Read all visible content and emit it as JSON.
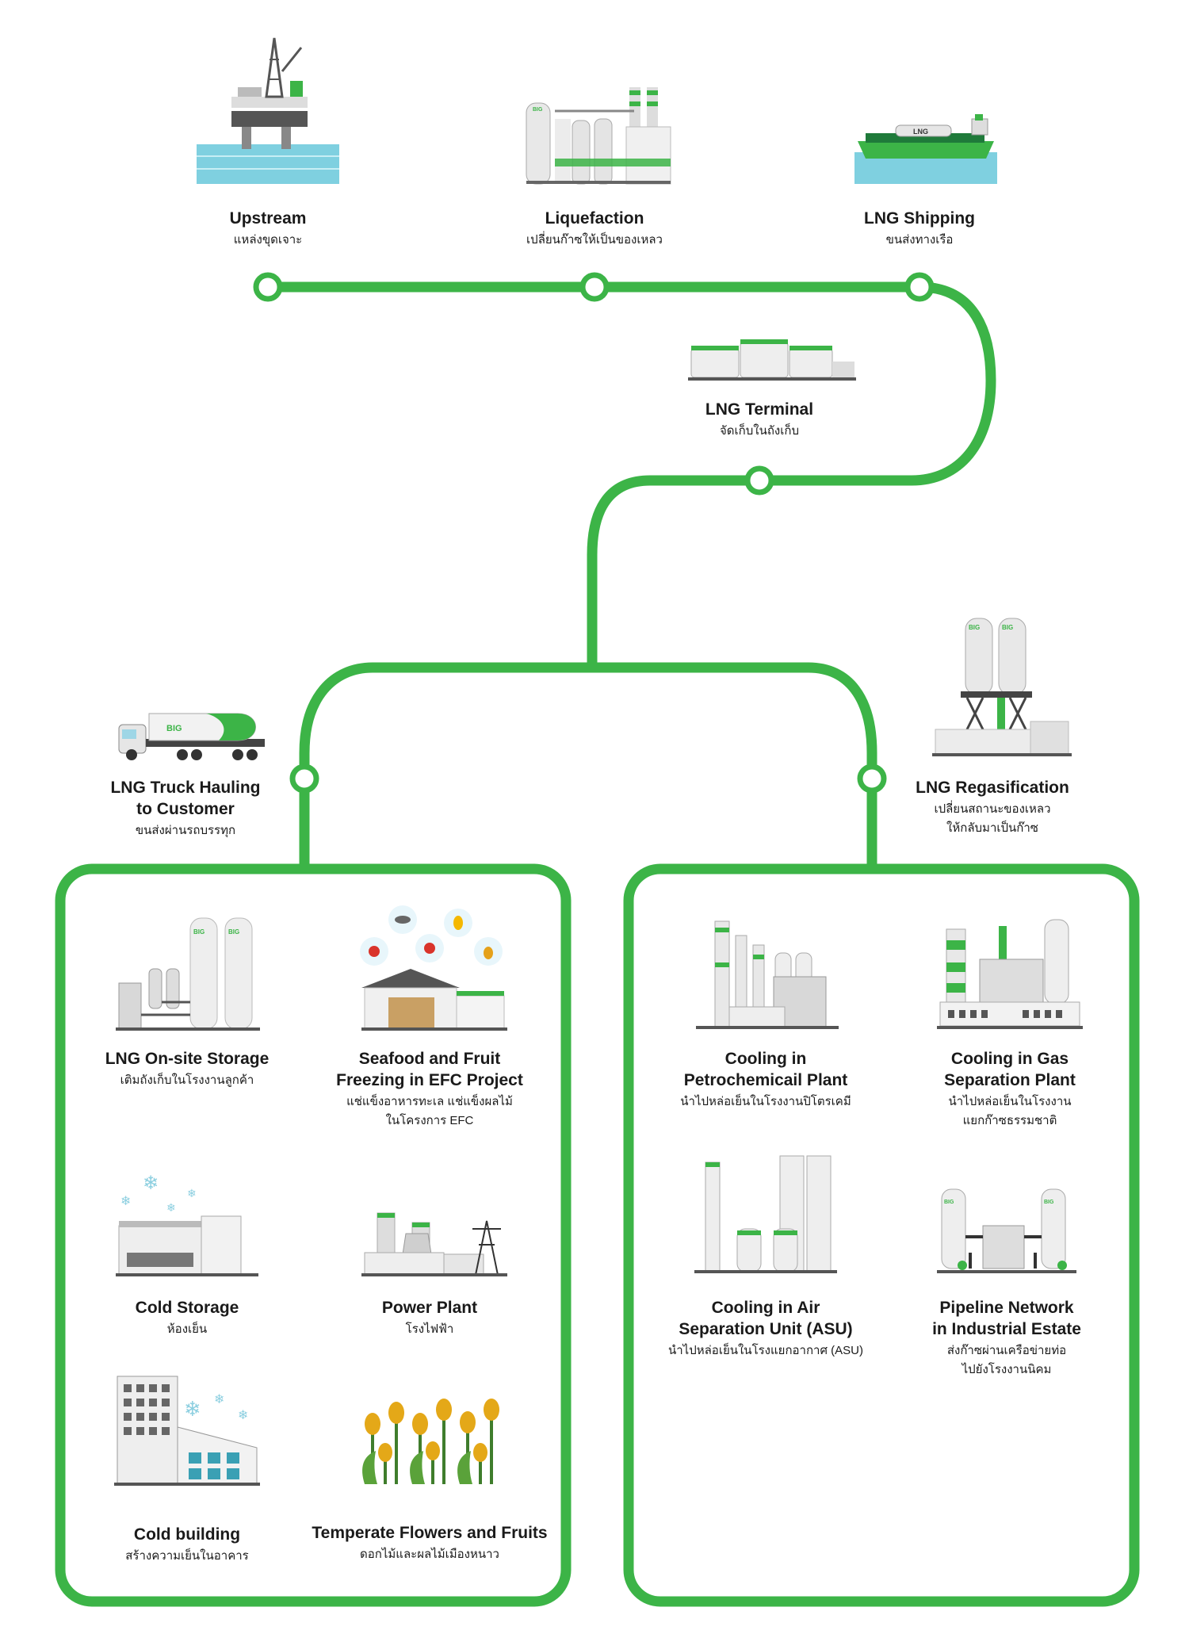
{
  "colors": {
    "green": "#3cb447",
    "dark_gray": "#4a4a4a",
    "light_gray": "#d9d9d9",
    "water": "#7fd0e0"
  },
  "brand": "BIG",
  "chain": [
    {
      "id": "upstream",
      "title": "Upstream",
      "sub": "แหล่งขุดเจาะ",
      "icon": "oil-rig-icon"
    },
    {
      "id": "liquefaction",
      "title": "Liquefaction",
      "sub": "เปลี่ยนก๊าซให้เป็นของเหลว",
      "icon": "liquefaction-plant-icon"
    },
    {
      "id": "lng-shipping",
      "title": "LNG Shipping",
      "sub": "ขนส่งทางเรือ",
      "icon": "lng-ship-icon"
    },
    {
      "id": "lng-terminal",
      "title": "LNG Terminal",
      "sub": "จัดเก็บในถังเก็บ",
      "icon": "lng-terminal-icon"
    },
    {
      "id": "lng-truck",
      "title": "LNG Truck Hauling\nto Customer",
      "sub": "ขนส่งผ่านรถบรรทุก",
      "icon": "lng-truck-icon"
    },
    {
      "id": "lng-regas",
      "title": "LNG Regasification",
      "sub": "เปลี่ยนสถานะของเหลว\nให้กลับมาเป็นก๊าซ",
      "icon": "regasification-plant-icon"
    }
  ],
  "left_box": [
    {
      "id": "onsite-storage",
      "title": "LNG On-site Storage",
      "sub": "เติมถังเก็บในโรงงานลูกค้า",
      "icon": "onsite-storage-icon"
    },
    {
      "id": "seafood-fruit",
      "title": "Seafood and Fruit\nFreezing in EFC Project",
      "sub": "แช่แข็งอาหารทะเล แช่แข็งผลไม้\nในโครงการ EFC",
      "icon": "freezing-warehouse-icon"
    },
    {
      "id": "cold-storage",
      "title": "Cold Storage",
      "sub": "ห้องเย็น",
      "icon": "cold-storage-icon"
    },
    {
      "id": "power-plant",
      "title": "Power Plant",
      "sub": "โรงไฟฟ้า",
      "icon": "power-plant-icon"
    },
    {
      "id": "cold-building",
      "title": "Cold building",
      "sub": "สร้างความเย็นในอาคาร",
      "icon": "cold-building-icon"
    },
    {
      "id": "flowers-fruits",
      "title": "Temperate Flowers and Fruits",
      "sub": "ดอกไม้และผลไม้เมืองหนาว",
      "icon": "tulips-icon"
    }
  ],
  "right_box": [
    {
      "id": "petrochemical",
      "title": "Cooling in\nPetrochemicail Plant",
      "sub": "นำไปหล่อเย็นในโรงงานปิโตรเคมี",
      "icon": "petrochemical-plant-icon"
    },
    {
      "id": "gas-separation",
      "title": "Cooling in Gas\nSeparation Plant",
      "sub": "นำไปหล่อเย็นในโรงงาน\nแยกก๊าซธรรมชาติ",
      "icon": "gas-separation-plant-icon"
    },
    {
      "id": "asu",
      "title": "Cooling in Air\nSeparation Unit (ASU)",
      "sub": "นำไปหล่อเย็นในโรงแยกอากาศ (ASU)",
      "icon": "air-separation-unit-icon"
    },
    {
      "id": "pipeline",
      "title": "Pipeline Network\nin Industrial Estate",
      "sub": "ส่งก๊าซผ่านเครือข่ายท่อ\nไปยังโรงงานนิคม",
      "icon": "pipeline-network-icon"
    }
  ]
}
